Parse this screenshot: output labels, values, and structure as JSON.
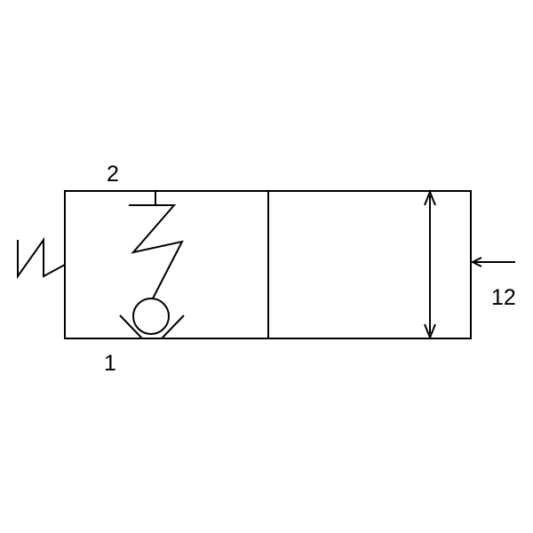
{
  "ports": {
    "outlet": "2",
    "inlet": "1",
    "pilot": "12"
  },
  "colors": {
    "line": "#000000",
    "background": "#ffffff"
  }
}
